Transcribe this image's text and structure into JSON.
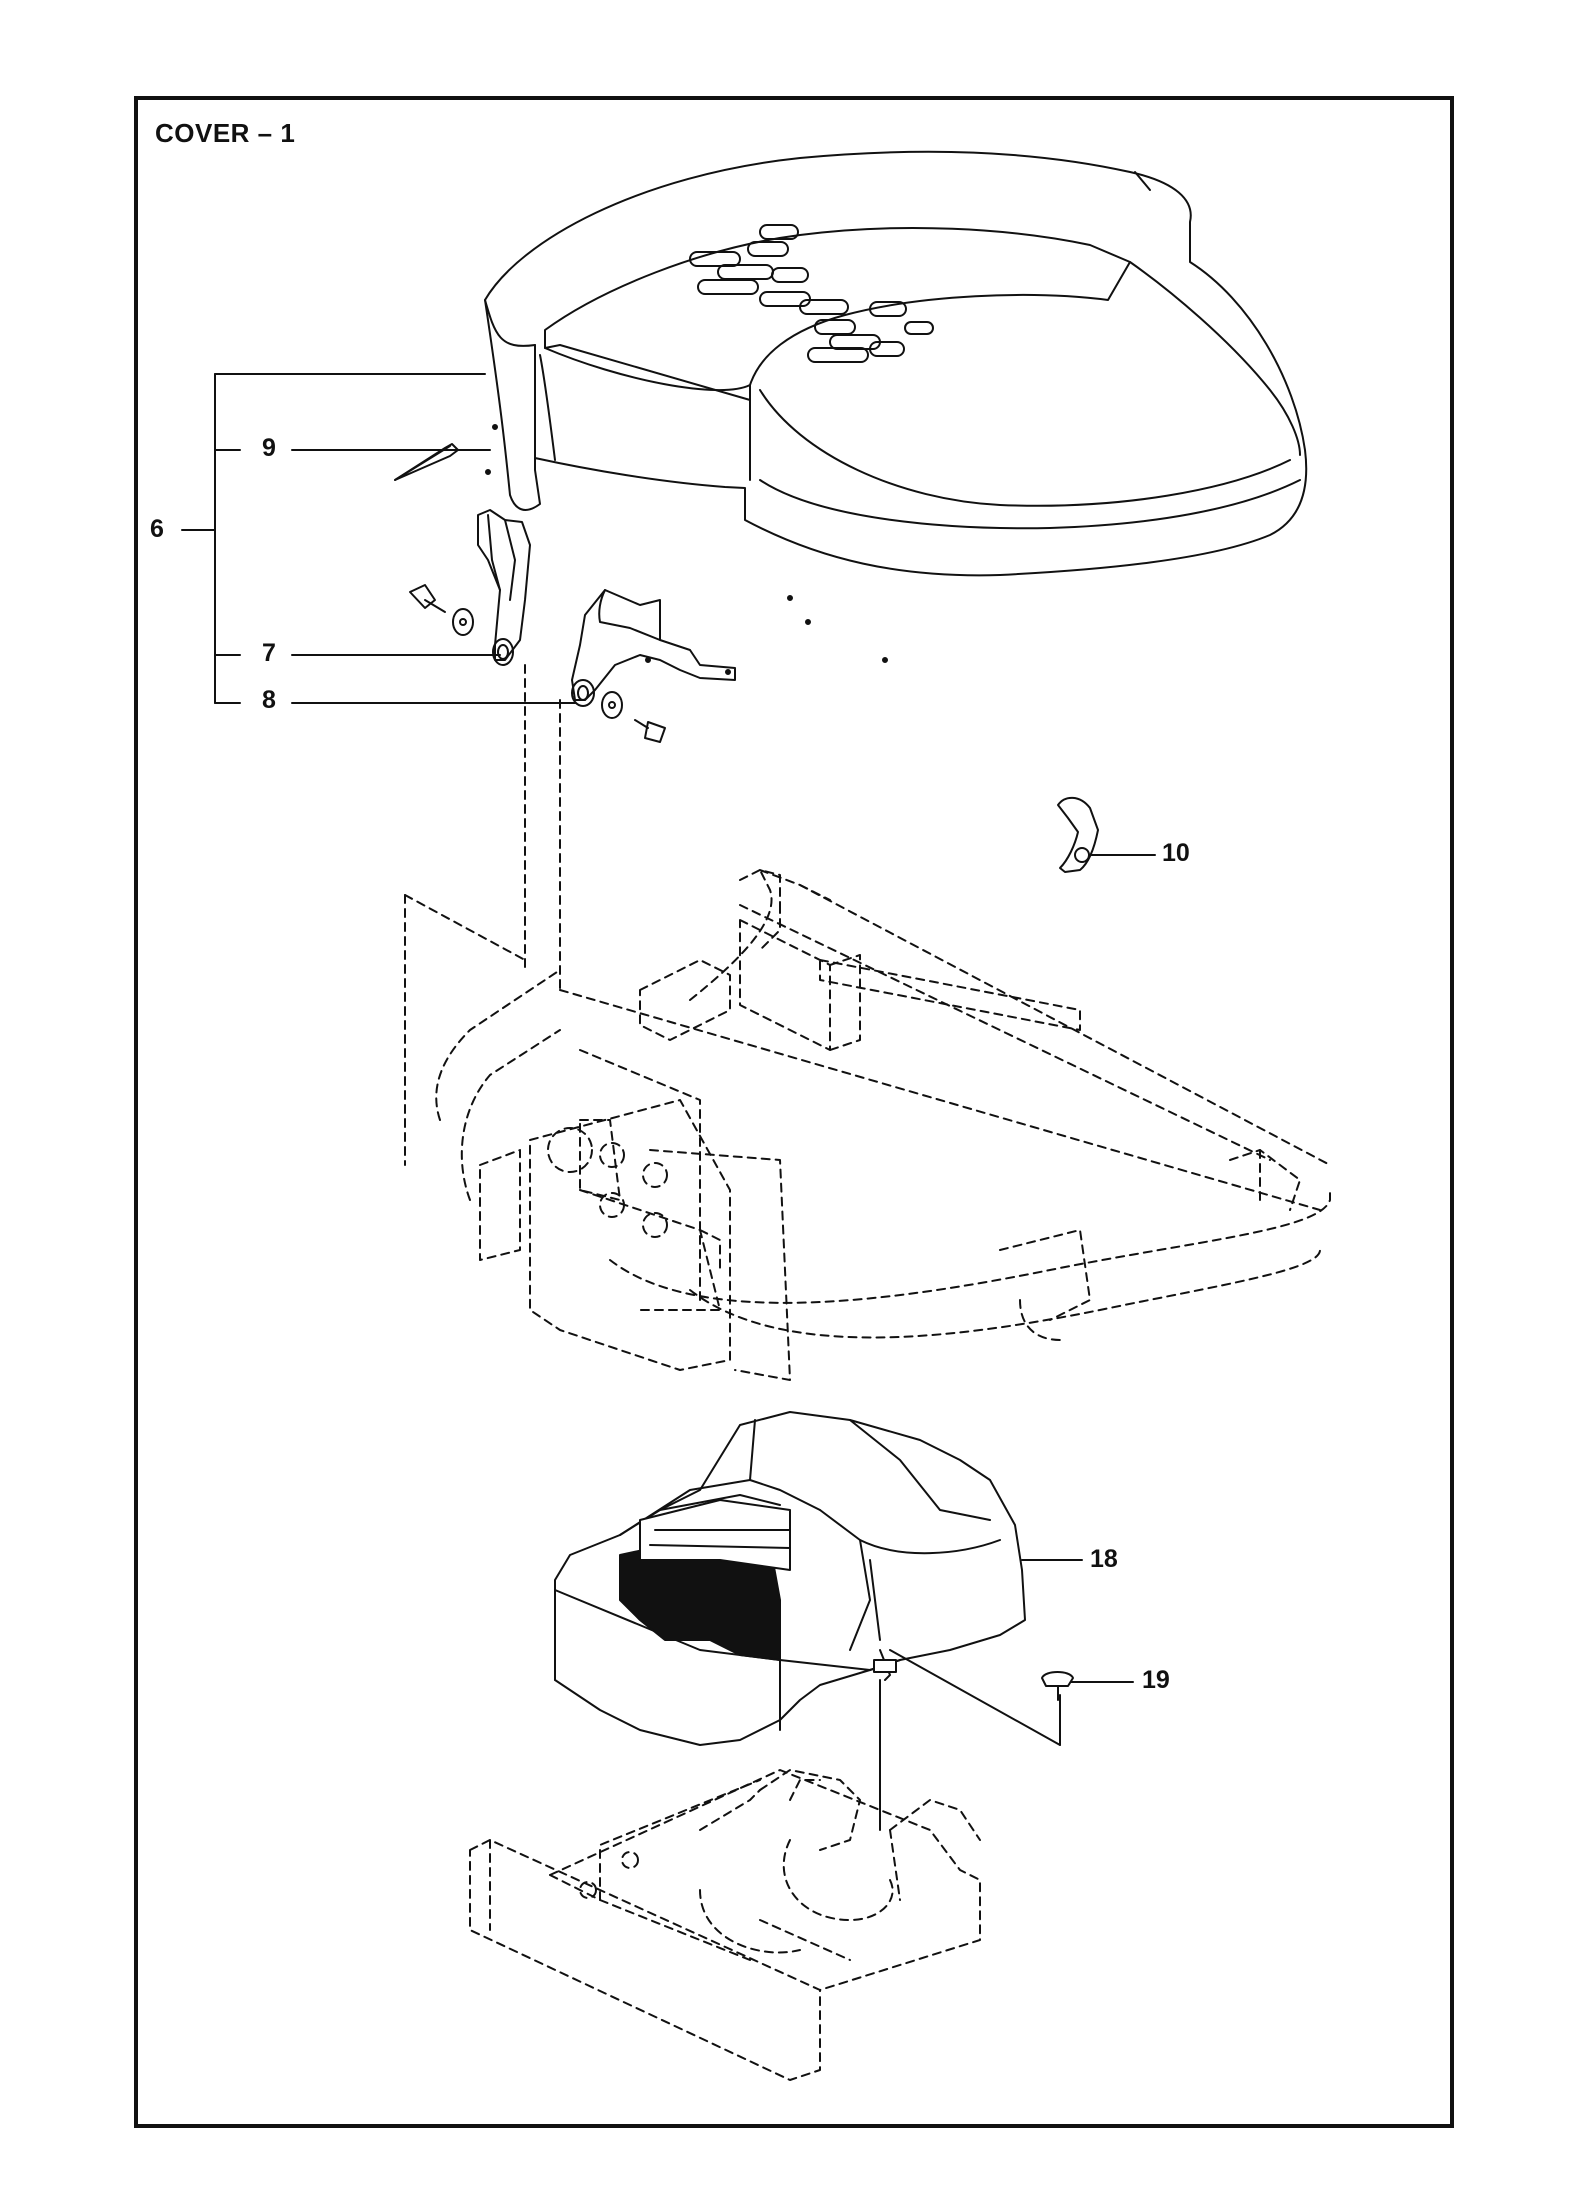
{
  "page": {
    "title": "COVER – 1"
  },
  "callouts": [
    {
      "id": "6",
      "label": "6"
    },
    {
      "id": "7",
      "label": "7"
    },
    {
      "id": "8",
      "label": "8"
    },
    {
      "id": "9",
      "label": "9"
    },
    {
      "id": "10",
      "label": "10"
    },
    {
      "id": "18",
      "label": "18"
    },
    {
      "id": "19",
      "label": "19"
    }
  ],
  "colors": {
    "line": "#111111",
    "background": "#ffffff"
  }
}
